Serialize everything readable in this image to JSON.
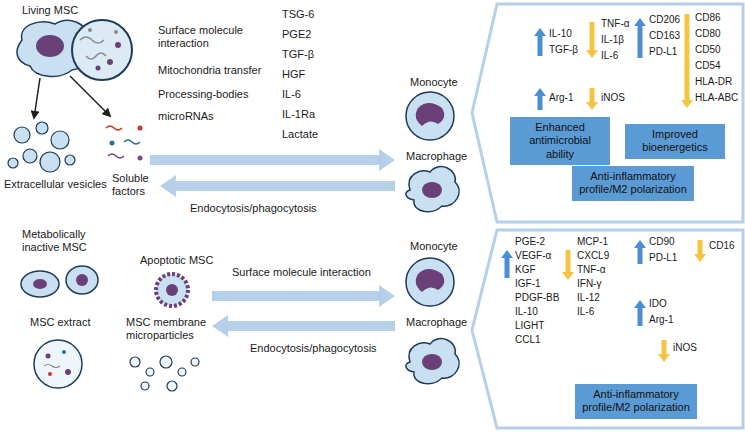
{
  "diagram": {
    "nodes": [
      {
        "text": [
          "Enhanced antimicrobial ability"
        ]
      },
      {
        "text": [
          "Improved bioenergetics"
        ]
      },
      {
        "text": [
          "Anti-inflammatory profile/M2 polarization"
        ]
      },
      {
        "text": [
          "Anti-inflammatory profile/M2 polarization"
        ]
      }
    ],
    "labels": [
      "Living MSC",
      "Extracellular vesicles",
      "Soluble factors",
      "Surface molecule interaction",
      "Mitochondria transfer",
      "Processing-bodies",
      "microRNAs",
      "TSG-6",
      "PGE2",
      "TGF-β",
      "HGF",
      "IL-6",
      "IL-1Ra",
      "Lactate",
      "Endocytosis/phagocytosis",
      "Monocyte",
      "Macrophage",
      "IL-10",
      "TGF-β",
      "TNF-α",
      "IL-1β",
      "IL-6",
      "CD206",
      "CD163",
      "PD-L1",
      "CD86",
      "CD80",
      "CD50",
      "CD54",
      "HLA-DR",
      "HLA-ABC",
      "Arg-1",
      "iNOS",
      "Metabolically inactive MSC",
      "Apoptotic MSC",
      "MSC extract",
      "MSC membrane microparticles",
      "Surface molecule interaction",
      "Endocytosis/phagocytosis",
      "Monocyte",
      "Macrophage",
      "PGE-2",
      "VEGF-α",
      "KGF",
      "IGF-1",
      "PDGF-BB",
      "IL-10",
      "LIGHT",
      "CCL1",
      "MCP-1",
      "CXCL9",
      "TNF-α",
      "IFN-γ",
      "IL-12",
      "IL-6",
      "CD90",
      "PD-L1",
      "CD16",
      "IDO",
      "Arg-1",
      "iNOS"
    ]
  }
}
